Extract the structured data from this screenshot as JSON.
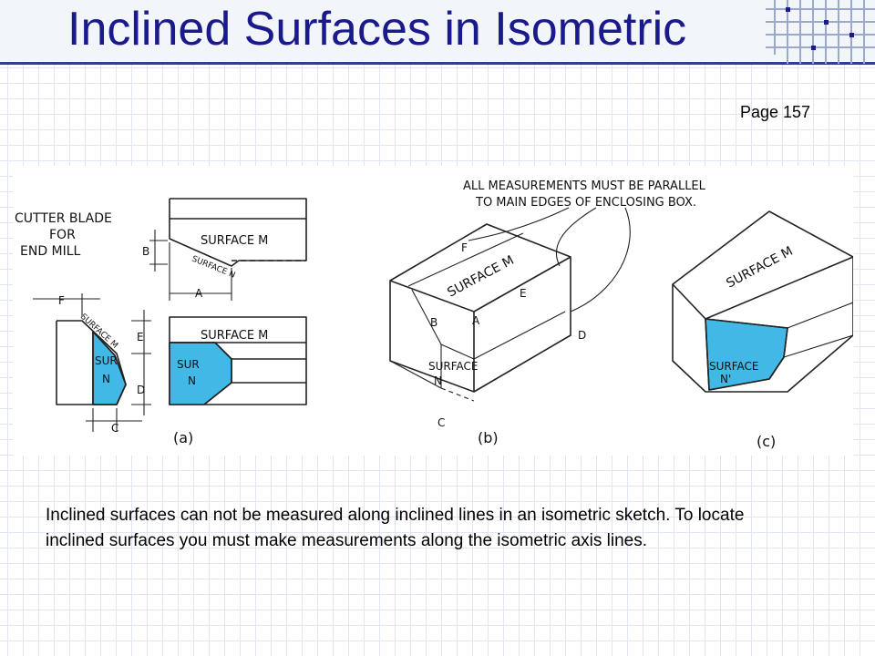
{
  "slide": {
    "title": "Inclined Surfaces in Isometric",
    "page_ref": "Page 157",
    "body": "Inclined surfaces can not be measured along inclined lines in an isometric sketch. To locate inclined surfaces you must make measurements along the isometric axis lines."
  },
  "figure": {
    "callout_line1": "ALL MEASUREMENTS MUST BE PARALLEL",
    "callout_line2": "TO MAIN EDGES OF ENCLOSING BOX.",
    "part_label_line1": "CUTTER BLADE",
    "part_label_line2": "FOR",
    "part_label_line3": "END MILL",
    "surface_m": "SURFACE M",
    "surface_n": "SURFACE N",
    "sur": "SUR",
    "n": "N",
    "surface": "SURFACE",
    "n_prime": "N'",
    "dim_a": "A",
    "dim_b": "B",
    "dim_c": "C",
    "dim_d": "D",
    "dim_e": "E",
    "dim_f": "F",
    "view_a": "(a)",
    "view_b": "(b)",
    "view_c": "(c)"
  },
  "colors": {
    "highlight": "#41b8e6",
    "title": "#1a1a8c"
  }
}
